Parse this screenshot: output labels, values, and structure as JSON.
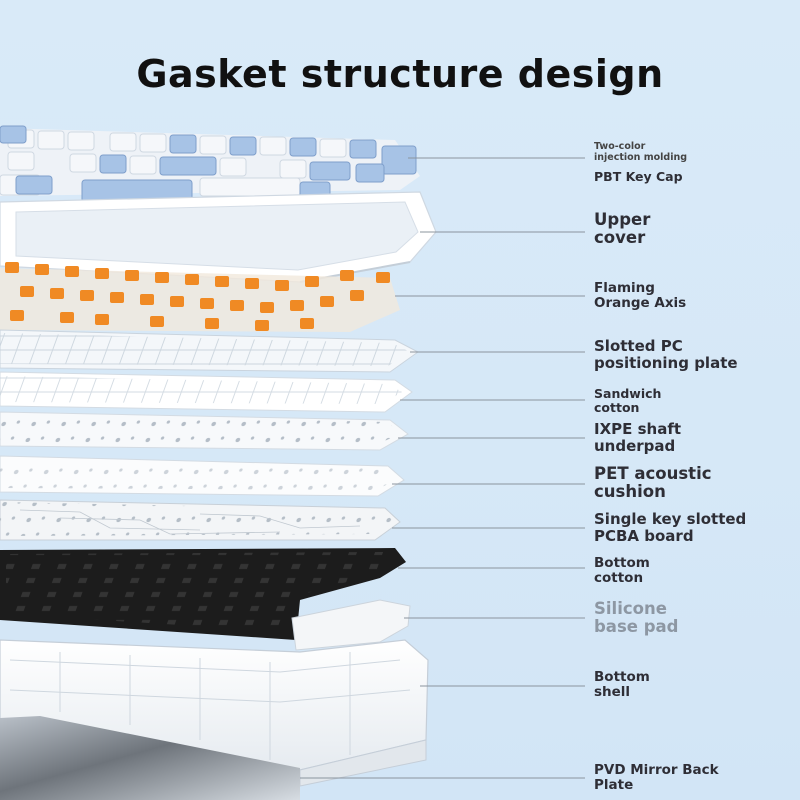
{
  "title": "Gasket structure design",
  "layers": [
    {
      "id": "keycap",
      "line1": "Two-color",
      "line2": "injection molding",
      "line3": "PBT Key Cap"
    },
    {
      "id": "upper",
      "line1": "Upper",
      "line2": "cover"
    },
    {
      "id": "switch",
      "line1": "Flaming",
      "line2": "Orange Axis"
    },
    {
      "id": "plate",
      "line1": "Slotted PC",
      "line2": "positioning plate"
    },
    {
      "id": "sandwich",
      "line1": "Sandwich",
      "line2": "cotton"
    },
    {
      "id": "ixpe",
      "line1": "IXPE shaft",
      "line2": "underpad"
    },
    {
      "id": "pet",
      "line1": "PET acoustic",
      "line2": "cushion"
    },
    {
      "id": "pcba",
      "line1": "Single key slotted",
      "line2": "PCBA board"
    },
    {
      "id": "bcotton",
      "line1": "Bottom",
      "line2": "cotton"
    },
    {
      "id": "silicone",
      "line1": "Silicone",
      "line2": "base pad"
    },
    {
      "id": "bshell",
      "line1": "Bottom",
      "line2": "shell"
    },
    {
      "id": "pvd",
      "line1": "PVD Mirror Back",
      "line2": "Plate"
    }
  ],
  "colors": {
    "background": "#d9eaf8",
    "keycap_blue": "#8fb4e0",
    "keycap_white": "#f3f6fa",
    "switch_orange": "#f08a24",
    "bottom_cotton": "#1c1c1c"
  }
}
